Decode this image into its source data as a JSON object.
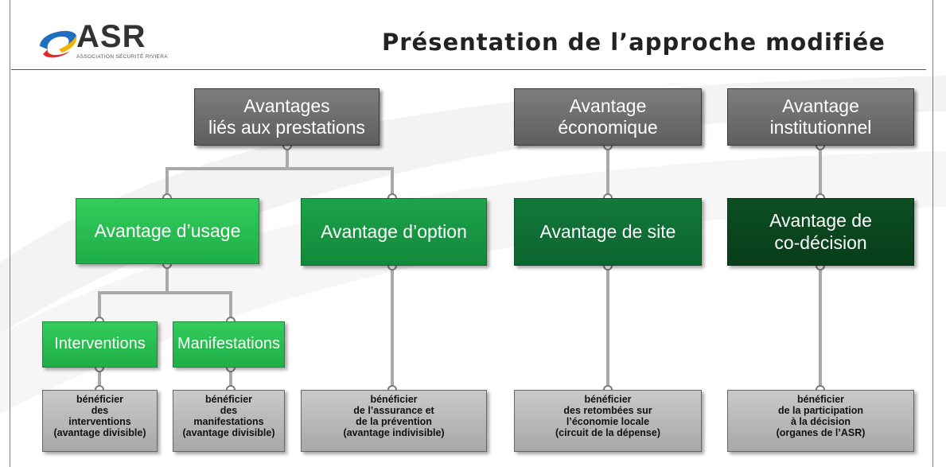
{
  "header": {
    "logo_text": "ASR",
    "logo_subtitle": "ASSOCIATION SÉCURITÉ RIVIERA",
    "title": "Présentation de l’approche modifiée"
  },
  "diagram": {
    "top": {
      "prestations": "Avantages\nliés aux prestations",
      "economique": "Avantage\néconomique",
      "institutionnel": "Avantage\ninstitutionnel"
    },
    "middle": {
      "usage": "Avantage d’usage",
      "option": "Avantage d’option",
      "site": "Avantage de site",
      "codecision": "Avantage de\nco-décision"
    },
    "sub": {
      "interventions": "Interventions",
      "manifestations": "Manifestations"
    },
    "leaves": {
      "interventions": "bénéficier\ndes\ninterventions\n(avantage divisible)",
      "manifestations": "bénéficier\ndes\nmanifestations\n(avantage divisible)",
      "option": "bénéficier\nde l’assurance et\nde la prévention\n(avantage indivisible)",
      "site": "bénéficier\ndes retombées sur\nl’économie locale\n(circuit de la dépense)",
      "codecision": "bénéficier\nde la participation\nà la décision\n(organes de l’ASR)"
    }
  },
  "colors": {
    "gray_box": "#6e6e6e",
    "green_light": "#28bb50",
    "green_mid": "#179641",
    "green_dark": "#107035",
    "green_darkest": "#0a4a20",
    "leaf_gray": "#b8b8b8",
    "connector": "#a9a9a9"
  }
}
